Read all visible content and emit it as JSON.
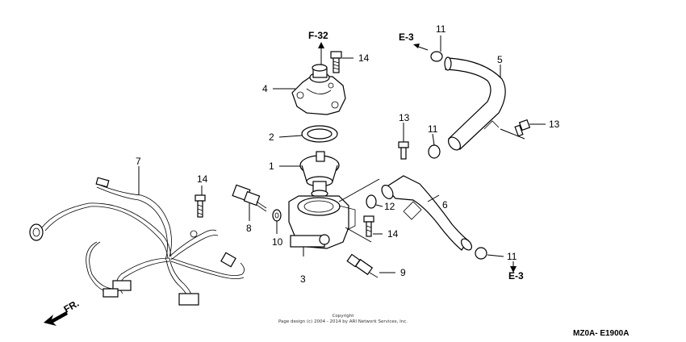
{
  "references": {
    "f32": "F-32",
    "e3_top": "E-3",
    "e3_bottom": "E-3",
    "front": "FR."
  },
  "callouts": {
    "c1": "1",
    "c2": "2",
    "c3": "3",
    "c4": "4",
    "c5": "5",
    "c6": "6",
    "c7": "7",
    "c8": "8",
    "c9": "9",
    "c10": "10",
    "c11a": "11",
    "c11b": "11",
    "c11c": "11",
    "c12": "12",
    "c13a": "13",
    "c13b": "13",
    "c14a": "14",
    "c14b": "14",
    "c14c": "14"
  },
  "copyright": {
    "line1": "Copyright",
    "line2": "Page design (c) 2004 - 2014 by ARI Network Services, Inc."
  },
  "diagram_code": "MZ0A- E1900A"
}
